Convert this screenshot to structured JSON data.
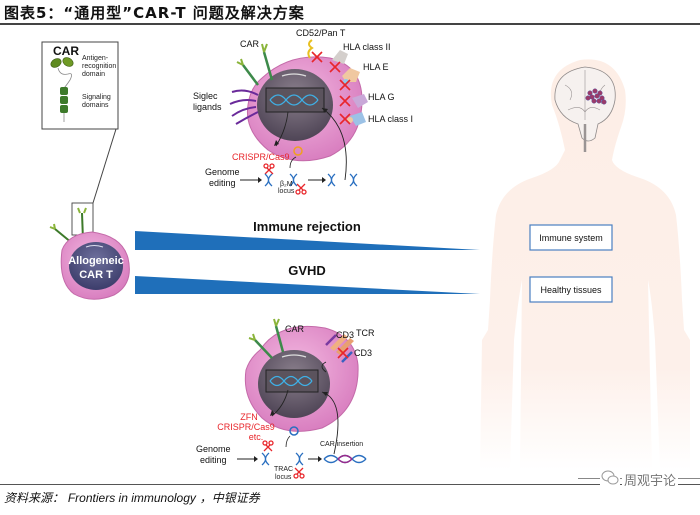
{
  "figure": {
    "title": "图表5：“通用型”CAR-T 问题及解决方案",
    "source_prefix": "资料来源：",
    "source_en": "Frontiers in immunology",
    "source_suffix": "，中银证券",
    "watermark": "周观宇论"
  },
  "car_legend": {
    "title": "CAR",
    "antigen_domain": [
      "Antigen-",
      "recognition",
      "domain"
    ],
    "signaling_domain": [
      "Signaling",
      "domains"
    ]
  },
  "allogeneic_cell": {
    "label_line1": "Allogeneic",
    "label_line2": "CAR T"
  },
  "top_cell": {
    "car_label": "CAR",
    "siglec_label": [
      "Siglec",
      "ligands"
    ],
    "surface_markers": [
      "CD52/Pan T",
      "HLA class II",
      "HLA E",
      "HLA G",
      "HLA class I"
    ],
    "editing_tool": "CRISPR/Cas9",
    "genome_editing": [
      "Genome",
      "editing"
    ],
    "locus_label": [
      "β₂M",
      "locus"
    ]
  },
  "arrows": {
    "immune_rejection": "Immune rejection",
    "gvhd": "GVHD"
  },
  "body": {
    "immune_system": "Immune system",
    "healthy_tissues": "Healthy tissues"
  },
  "bottom_cell": {
    "car_label": "CAR",
    "tcr_label": "TCR",
    "cd3_labels": [
      "CD3",
      "CD3"
    ],
    "editing_tools": [
      "ZFN",
      "CRISPR/Cas9",
      "etc."
    ],
    "genome_editing": [
      "Genome",
      "editing"
    ],
    "locus_label": [
      "TRAC",
      "locus"
    ],
    "car_insertion": "CAR insertion"
  },
  "colors": {
    "arrow_blue": "#1f6fba",
    "cell_pink": "#e597cf",
    "nucleus_gray": "#6b6170",
    "crispr_red": "#e8262b",
    "body_skin": "#fdeee6",
    "box_border": "#4a7fc1"
  }
}
